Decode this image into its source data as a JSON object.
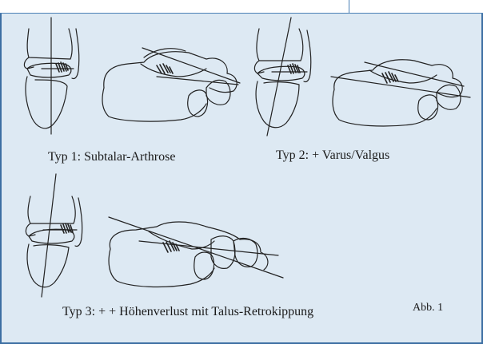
{
  "figure": {
    "captions": {
      "typ1": "Typ 1: Subtalar-Arthrose",
      "typ2": "Typ 2: + Varus/Valgus",
      "typ3": "Typ 3: + + Höhenverlust mit Talus-Retrokippung"
    },
    "figure_label": "Abb. 1"
  }
}
